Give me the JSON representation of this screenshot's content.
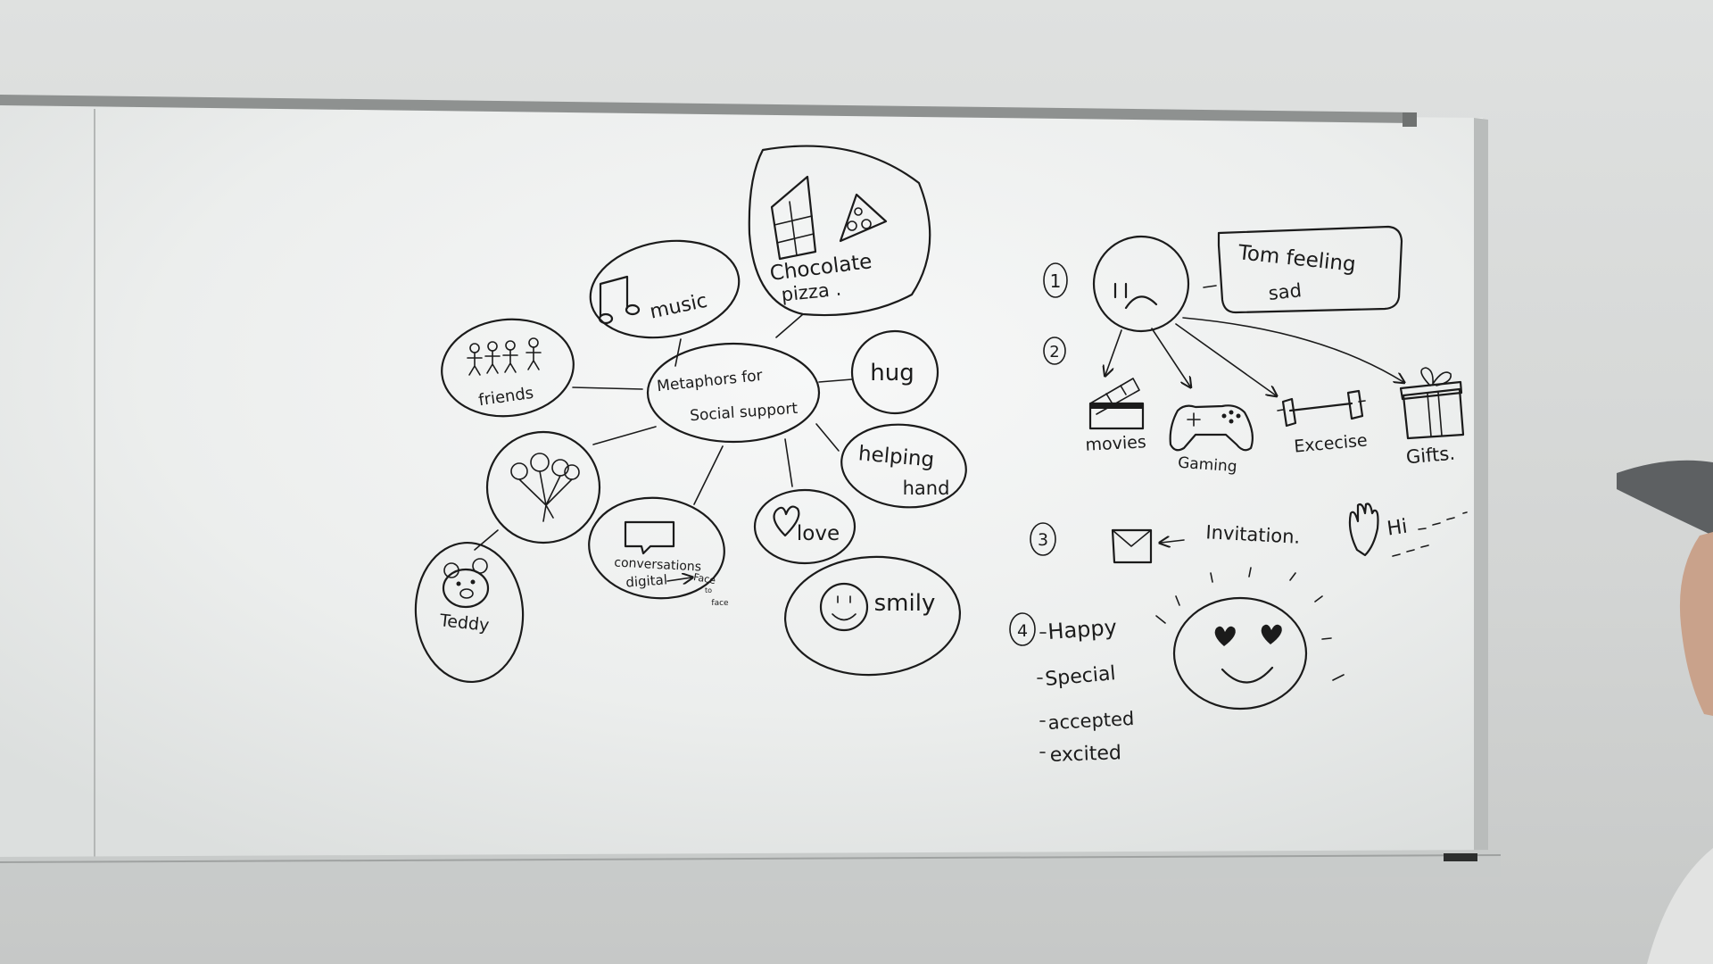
{
  "mindmap": {
    "center": {
      "line1": "Metaphors for",
      "line2": "Social support"
    },
    "music": "music",
    "food": {
      "line1": "Chocolate",
      "line2": "pizza ."
    },
    "friends": "friends",
    "hug": "hug",
    "helping_hand": {
      "line1": "helping",
      "line2": "hand"
    },
    "teddy": "Teddy",
    "conversations": {
      "line1": "conversations",
      "line2": "digital",
      "line3": "Face",
      "line4": "to",
      "line5": "face"
    },
    "love": "love",
    "smily": "smily"
  },
  "storyboard": {
    "step1": {
      "number": "1",
      "note_line1": "Tom  feeling",
      "note_line2": "sad"
    },
    "step2": {
      "number": "2",
      "items": [
        "movies",
        "Gaming",
        "Excecise",
        "Gifts."
      ]
    },
    "step3": {
      "number": "3",
      "invitation": "Invitation.",
      "greeting": "Hi"
    },
    "step4": {
      "number": "4",
      "feelings": [
        "Happy",
        "Special",
        "accepted",
        "excited"
      ]
    }
  }
}
